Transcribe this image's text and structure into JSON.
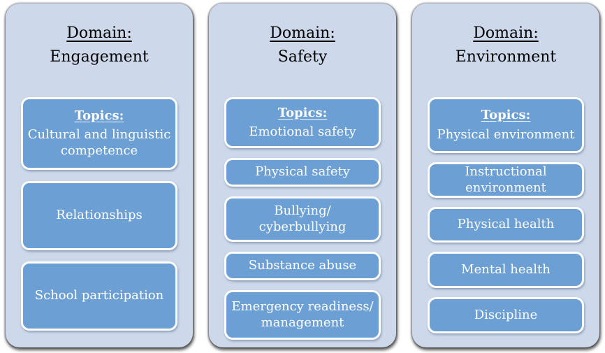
{
  "colors": {
    "page_background": "#FFFFFF",
    "panel_background": "#CDD9EB",
    "box_background": "#6C9FD4",
    "box_border": "#FFFFFF",
    "title_text": "#000000",
    "box_text": "#FFFFFF"
  },
  "panels": [
    {
      "domain_label": "Domain:",
      "domain_name": "Engagement",
      "topics_header": "Topics:",
      "topics": [
        "Cultural and linguistic\ncompetence",
        "Relationships",
        "School participation"
      ]
    },
    {
      "domain_label": "Domain:",
      "domain_name": "Safety",
      "topics_header": "Topics:",
      "topics": [
        "Emotional safety",
        "Physical safety",
        "Bullying/\ncyberbullying",
        "Substance abuse",
        "Emergency readiness/\nmanagement"
      ]
    },
    {
      "domain_label": "Domain:",
      "domain_name": "Environment",
      "topics_header": "Topics:",
      "topics": [
        "Physical environment",
        "Instructional\nenvironment",
        "Physical health",
        "Mental health",
        "Discipline"
      ]
    }
  ]
}
